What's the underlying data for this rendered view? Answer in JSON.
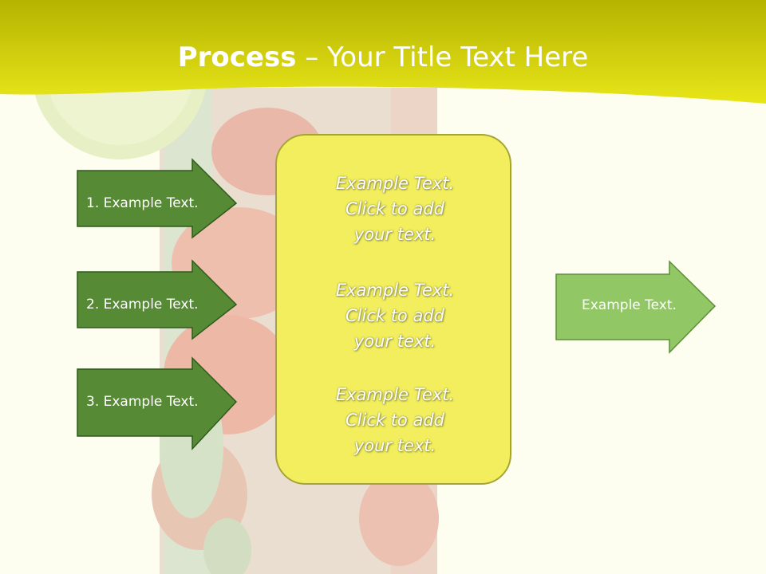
{
  "slide": {
    "title_bold": "Process",
    "title_rest": " – Your Title Text Here"
  },
  "inputs": [
    {
      "label": "1. Example Text."
    },
    {
      "label": "2. Example Text."
    },
    {
      "label": "3. Example Text."
    }
  ],
  "center_box": {
    "paragraphs": [
      {
        "line1": "Example Text.",
        "line2": "Click  to add",
        "line3": "your text."
      },
      {
        "line1": "Example Text.",
        "line2": "Click  to add",
        "line3": "your text."
      },
      {
        "line1": "Example Text.",
        "line2": "Click  to add",
        "line3": "your text."
      }
    ]
  },
  "output": {
    "label": "Example Text."
  },
  "colors": {
    "dark_green_arrow": "#568a35",
    "light_green_arrow": "#92c765",
    "center_box_fill": "#f2ee5e",
    "header_yellow": "#e8e619"
  }
}
